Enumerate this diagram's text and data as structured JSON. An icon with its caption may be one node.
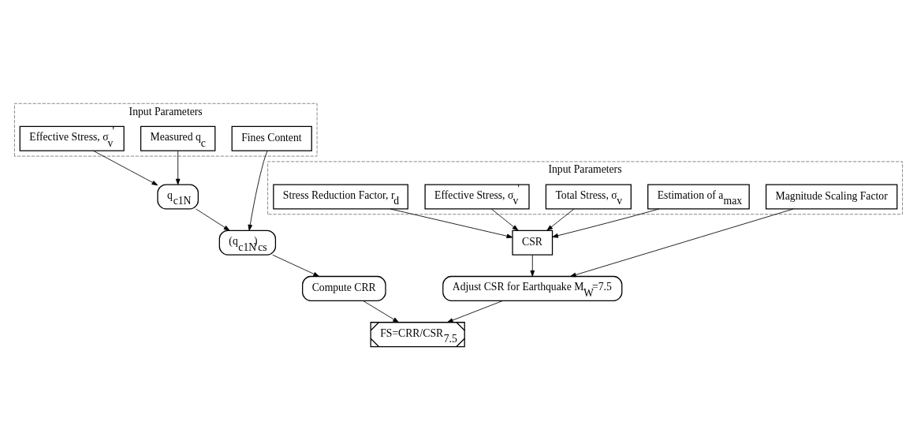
{
  "diagram": {
    "nodes": [
      {
        "text": [
          "Input Parameters"
        ]
      },
      {
        "text": [
          "Measured q$_{c}$"
        ],
        "in": 0
      },
      {
        "text": [
          "Effective Stress, σ$_{v}$$^{'}$"
        ],
        "in": 0
      },
      {
        "text": [
          "Fines Content"
        ],
        "in": 0
      },
      {
        "text": [
          "q$_{c1N}$"
        ]
      },
      {
        "text": [
          "(q$_{c1N}$)$_{cs}$"
        ]
      },
      {
        "text": [
          "Compute CRR"
        ]
      },
      {
        "text": [
          "Input Parameters"
        ]
      },
      {
        "text": [
          "Estimation of a$_{max}$"
        ],
        "in": 7
      },
      {
        "text": [
          "Total Stress, σ$_{v}$"
        ],
        "in": 7
      },
      {
        "text": [
          "Effective Stress, σ$_{v}$$^{'}$"
        ],
        "in": 7
      },
      {
        "text": [
          "Stress Reduction Factor, r$_{d}$"
        ],
        "in": 7
      },
      {
        "text": [
          "Magnitude Scaling Factor"
        ],
        "in": 7
      },
      {
        "text": [
          "CSR"
        ]
      },
      {
        "text": [
          "Adjust CSR for Earthquake M$_{W}$=7.5"
        ]
      },
      {
        "text": [
          "FS=CRR/CSR$_{7.5}$"
        ]
      }
    ],
    "edges": [
      {
        "from": 1,
        "to": 4,
        "arrow": "to"
      },
      {
        "from": 2,
        "to": 4,
        "arrow": "to"
      },
      {
        "from": 4,
        "to": 5,
        "arrow": "to"
      },
      {
        "from": 3,
        "to": 5,
        "arrow": "to"
      },
      {
        "from": 5,
        "to": 6,
        "arrow": "to"
      },
      {
        "from": 6,
        "to": 15,
        "arrow": "to"
      },
      {
        "from": 8,
        "to": 13,
        "arrow": "to"
      },
      {
        "from": 9,
        "to": 13,
        "arrow": "to"
      },
      {
        "from": 10,
        "to": 13,
        "arrow": "to"
      },
      {
        "from": 11,
        "to": 13,
        "arrow": "to"
      },
      {
        "from": 13,
        "to": 14,
        "arrow": "to"
      },
      {
        "from": 12,
        "to": 14,
        "arrow": "to"
      },
      {
        "from": 14,
        "to": 15,
        "arrow": "to"
      }
    ]
  }
}
